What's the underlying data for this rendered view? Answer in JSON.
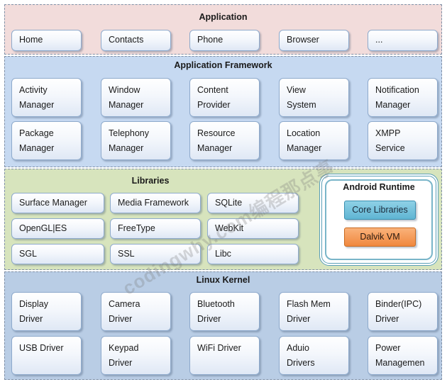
{
  "application": {
    "title": "Application",
    "items": [
      "Home",
      "Contacts",
      "Phone",
      "Browser",
      "..."
    ]
  },
  "framework": {
    "title": "Application Framework",
    "row1": [
      "Activity\nManager",
      "Window\nManager",
      "Content\nProvider",
      "View\nSystem",
      "Notification\nManager"
    ],
    "row2": [
      "Package\nManager",
      "Telephony\nManager",
      "Resource\nManager",
      "Location\nManager",
      "XMPP\nService"
    ]
  },
  "libraries": {
    "title": "Libraries",
    "items": [
      "Surface Manager",
      "Media Framework",
      "SQLite",
      "OpenGL|ES",
      "FreeType",
      "WebKit",
      "SGL",
      "SSL",
      "Libc"
    ]
  },
  "runtime": {
    "title": "Android Runtime",
    "core": "Core Libraries",
    "dalvik": "Dalvik VM",
    "colors": {
      "core": "#5fb5d3",
      "dalvik": "#f0883e",
      "border": "#5a9fb8"
    }
  },
  "kernel": {
    "title": "Linux Kernel",
    "row1": [
      "Display\nDriver",
      "Camera\nDriver",
      "Bluetooth\nDriver",
      "Flash Mem\n  Driver",
      "Binder(IPC)\nDriver"
    ],
    "row2": [
      "USB Driver",
      "Keypad\nDriver",
      "WiFi Driver",
      "Aduio\nDrivers",
      "Power\nManagemen"
    ]
  },
  "watermark": "codingwhy.com编程那点事",
  "colors": {
    "application_bg": "#f2dcdb",
    "framework_bg": "#c6d9f1",
    "libraries_bg": "#d7e4bd",
    "kernel_bg": "#b9cde5"
  }
}
